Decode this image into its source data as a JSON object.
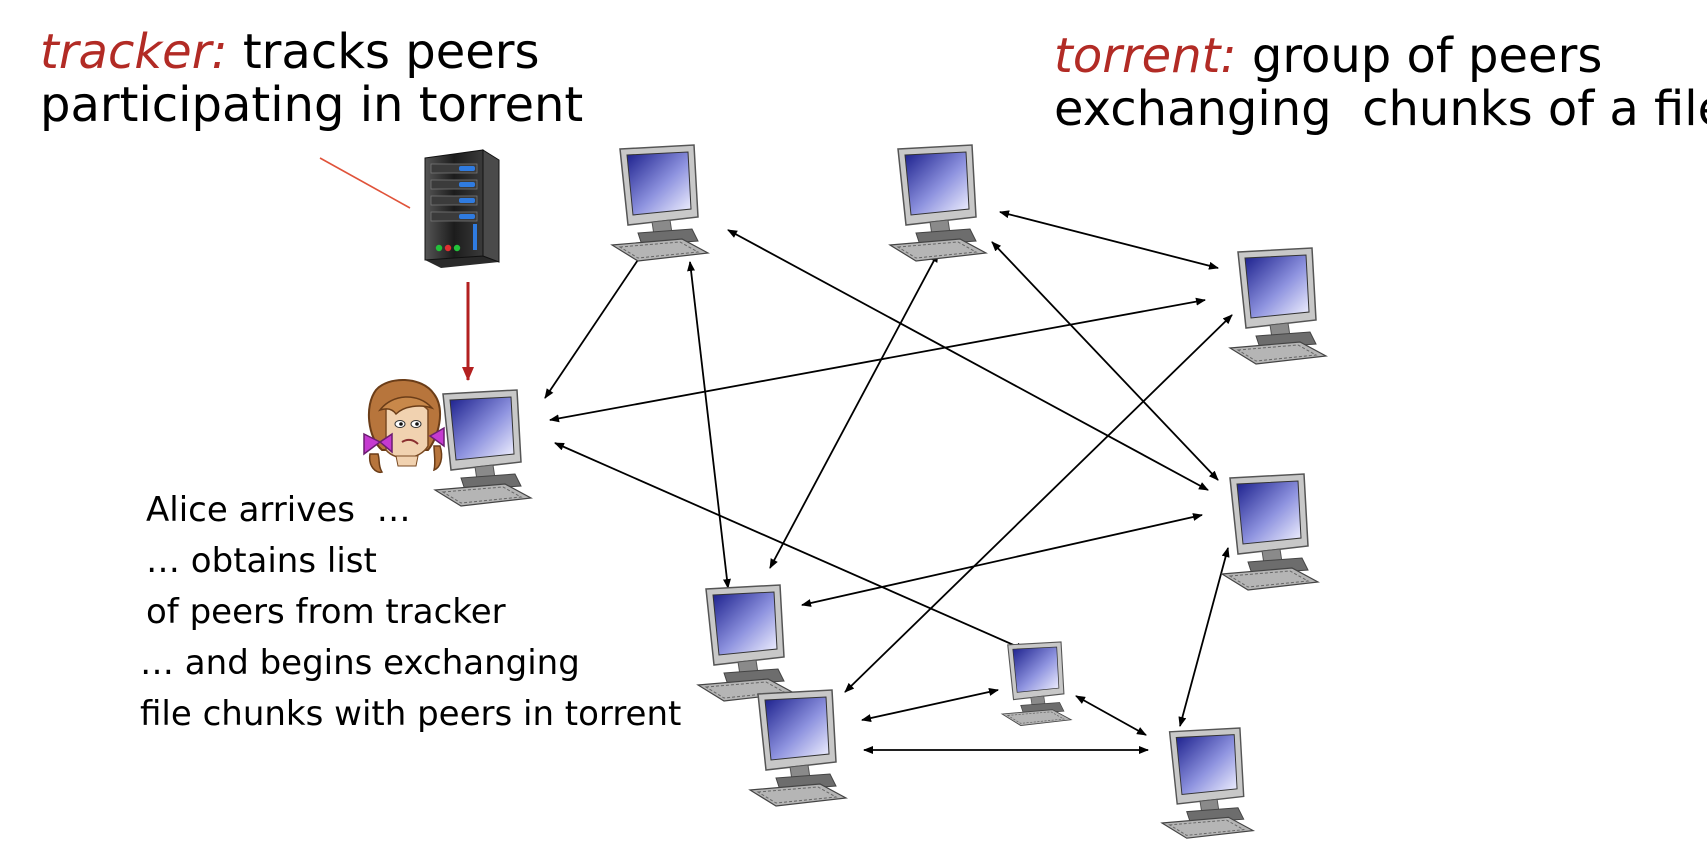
{
  "tracker_caption": {
    "term": "tracker:",
    "rest_line1": " tracks peers",
    "line2": "participating in torrent"
  },
  "torrent_caption": {
    "term": "torrent:",
    "rest_line1": " group of peers",
    "line2": "exchanging  chunks of a file"
  },
  "alice_caption": {
    "lines": [
      "Alice arrives  …",
      "… obtains list",
      "of peers from tracker",
      "… and begins exchanging",
      "file chunks with peers in torrent"
    ]
  },
  "nodes": [
    {
      "id": "tracker",
      "kind": "server-icon"
    },
    {
      "id": "alice",
      "kind": "desktop-computer-icon"
    },
    {
      "id": "peer-1",
      "kind": "desktop-computer-icon"
    },
    {
      "id": "peer-2",
      "kind": "desktop-computer-icon"
    },
    {
      "id": "peer-3",
      "kind": "desktop-computer-icon"
    },
    {
      "id": "peer-4",
      "kind": "desktop-computer-icon"
    },
    {
      "id": "peer-5",
      "kind": "desktop-computer-icon"
    },
    {
      "id": "peer-6",
      "kind": "desktop-computer-icon"
    },
    {
      "id": "peer-7",
      "kind": "desktop-computer-icon"
    },
    {
      "id": "peer-8",
      "kind": "desktop-computer-icon"
    },
    {
      "id": "peer-9",
      "kind": "desktop-computer-icon"
    }
  ],
  "colors": {
    "term": "#b22b25",
    "tracker_arrow": "#b32020",
    "peer_arrow": "#000000"
  }
}
